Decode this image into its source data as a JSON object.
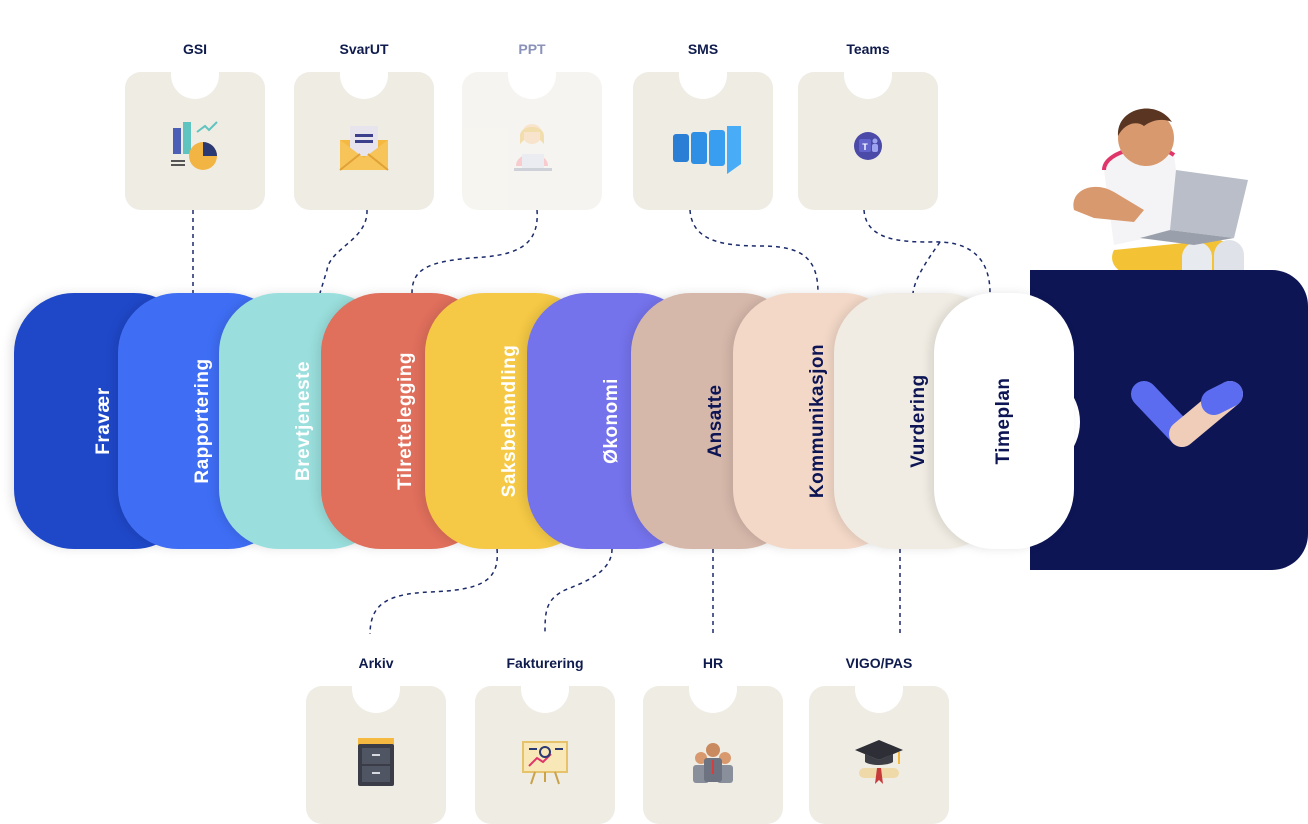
{
  "top_cards": [
    {
      "label": "GSI",
      "icon": "chart-report-icon"
    },
    {
      "label": "SvarUT",
      "icon": "envelope-letter-icon"
    },
    {
      "label": "PPT",
      "icon": "person-laptop-icon"
    },
    {
      "label": "SMS",
      "icon": "sms-bars-icon"
    },
    {
      "label": "Teams",
      "icon": "teams-icon"
    }
  ],
  "bottom_cards": [
    {
      "label": "Arkiv",
      "icon": "file-cabinet-icon"
    },
    {
      "label": "Fakturering",
      "icon": "presentation-board-icon"
    },
    {
      "label": "HR",
      "icon": "people-group-icon"
    },
    {
      "label": "VIGO/PAS",
      "icon": "graduation-cap-icon"
    }
  ],
  "modules": [
    {
      "label": "Fravær",
      "color": "#1f48c9",
      "text_color": "#ffffff"
    },
    {
      "label": "Rapportering",
      "color": "#3f6ef5",
      "text_color": "#ffffff"
    },
    {
      "label": "Brevtjeneste",
      "color": "#9adfdd",
      "text_color": "#ffffff"
    },
    {
      "label": "Tilrettelegging",
      "color": "#e06f5c",
      "text_color": "#ffffff"
    },
    {
      "label": "Saksbehandling",
      "color": "#f5c945",
      "text_color": "#ffffff"
    },
    {
      "label": "Økonomi",
      "color": "#7573ec",
      "text_color": "#ffffff"
    },
    {
      "label": "Ansatte",
      "color": "#d6b8aa",
      "text_color": "#0d1555"
    },
    {
      "label": "Kommunikasjon",
      "color": "#f3d8c7",
      "text_color": "#0d1555"
    },
    {
      "label": "Vurdering",
      "color": "#f0ece3",
      "text_color": "#0d1555"
    },
    {
      "label": "Timeplan",
      "color": "#ffffff",
      "text_color": "#0d1555"
    }
  ],
  "colors": {
    "hub": "#0d1555",
    "card": "#efece4",
    "connector": "#1b2a6b",
    "logo_blue": "#5b6cf0",
    "logo_peach": "#f0cdb8"
  },
  "hub": {
    "logo_icon": "checkmark-logo-icon"
  },
  "illustration": {
    "icon": "person-with-laptop-icon"
  }
}
